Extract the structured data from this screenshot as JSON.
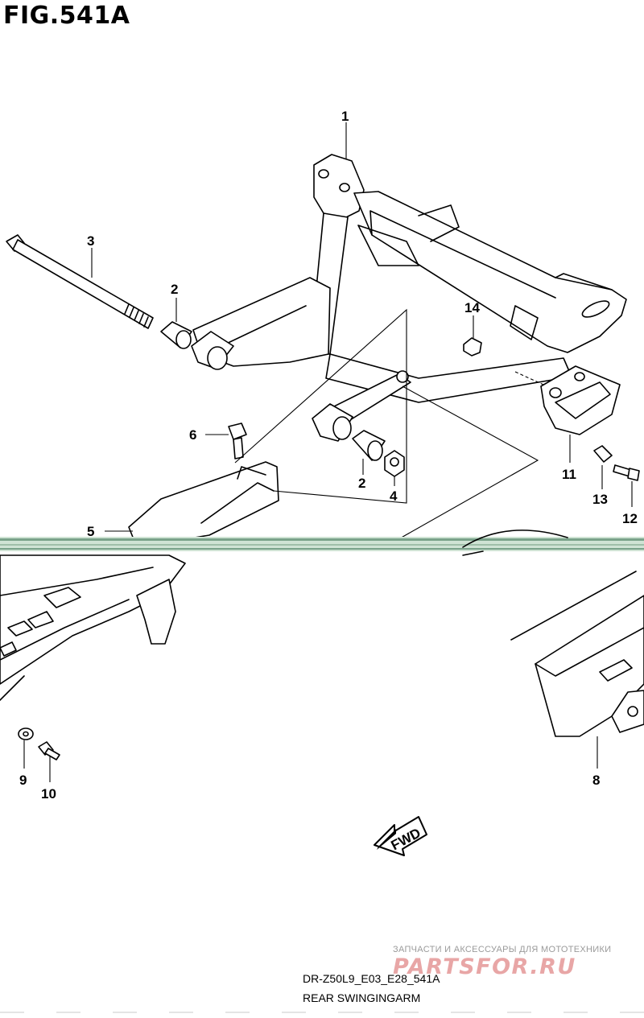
{
  "figure": {
    "title": "FIG.541A",
    "code": "DR-Z50L9_E03_E28_541A",
    "name": "REAR SWINGINGARM",
    "direction_label": "FWD"
  },
  "callouts": [
    {
      "id": "c1",
      "label": "1"
    },
    {
      "id": "c2a",
      "label": "2"
    },
    {
      "id": "c2b",
      "label": "2"
    },
    {
      "id": "c3",
      "label": "3"
    },
    {
      "id": "c4",
      "label": "4"
    },
    {
      "id": "c5",
      "label": "5"
    },
    {
      "id": "c6",
      "label": "6"
    },
    {
      "id": "c8",
      "label": "8"
    },
    {
      "id": "c9",
      "label": "9"
    },
    {
      "id": "c10",
      "label": "10"
    },
    {
      "id": "c11",
      "label": "11"
    },
    {
      "id": "c12",
      "label": "12"
    },
    {
      "id": "c13",
      "label": "13"
    },
    {
      "id": "c14",
      "label": "14"
    }
  ],
  "watermark": {
    "caption": "ЗАПЧАСТИ И АКСЕССУАРЫ ДЛЯ МОТОТЕХНИКИ",
    "brand": "PARTSFOR.RU"
  }
}
